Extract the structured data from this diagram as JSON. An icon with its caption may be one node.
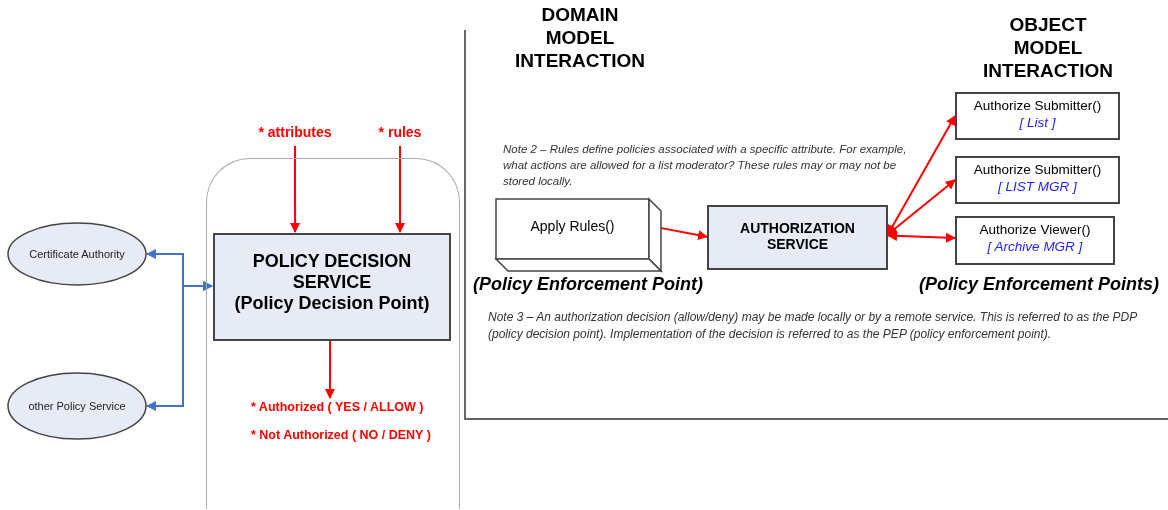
{
  "diagram": {
    "nodes": [
      {
        "text": [
          "* attributes"
        ]
      },
      {
        "text": [
          "* rules"
        ]
      },
      {
        "text": [],
        "shape": "box"
      },
      {
        "text": [
          "POLICY DECISION SERVICE",
          "(Policy Decision Point)"
        ],
        "in": 2
      },
      {
        "text": [
          "* Authorized ( YES / ALLOW )",
          "* Not Authorized ( NO / DENY )"
        ],
        "in": 2
      },
      {
        "text": [
          "Certificate Authority"
        ]
      },
      {
        "text": [
          "other Policy Service"
        ]
      },
      {
        "text": [
          "Apply Rules()"
        ],
        "beside": [
          "(Policy Enforcement Point)"
        ]
      },
      {
        "text": [
          "AUTHORIZATION SERVICE"
        ]
      },
      {
        "text": [
          "Authorize Submitter()",
          "[ List ]"
        ]
      },
      {
        "text": [
          "Authorize Submitter()",
          "[ LIST MGR ]"
        ]
      },
      {
        "text": [
          "Authorize Viewer()",
          "[ Archive MGR ]"
        ]
      }
    ],
    "edges": [
      {
        "from": 0,
        "to": 3,
        "arrow": "to"
      },
      {
        "from": 1,
        "to": 3,
        "arrow": "to"
      },
      {
        "from": 3,
        "to": 4,
        "arrow": "to"
      },
      {
        "from": 5,
        "to": 3,
        "arrow": "both",
        "color": "#4472c4"
      },
      {
        "from": 6,
        "to": 3,
        "arrow": "both",
        "color": "#4472c4"
      },
      {
        "from": 7,
        "to": 8,
        "arrow": "both"
      },
      {
        "from": 8,
        "to": 9,
        "arrow": "both"
      },
      {
        "from": 8,
        "to": 10,
        "arrow": "both"
      },
      {
        "from": 8,
        "to": 11,
        "arrow": "both"
      }
    ],
    "labels": [
      "DOMAIN MODEL INTERACTION",
      "OBJECT MODEL INTERACTION",
      "Note 2 –  Rules define policies associated with a specific attribute. For example, what actions are allowed for a list moderator? These rules may or may not be stored locally.",
      "(Policy Enforcement Points)",
      "Note 3 –  An authorization decision (allow/deny) may be made locally or by a remote service.  This is referred to as the PDP (policy decision point).  Implementation of the decision is referred to as the PEP (policy enforcement point)."
    ]
  }
}
